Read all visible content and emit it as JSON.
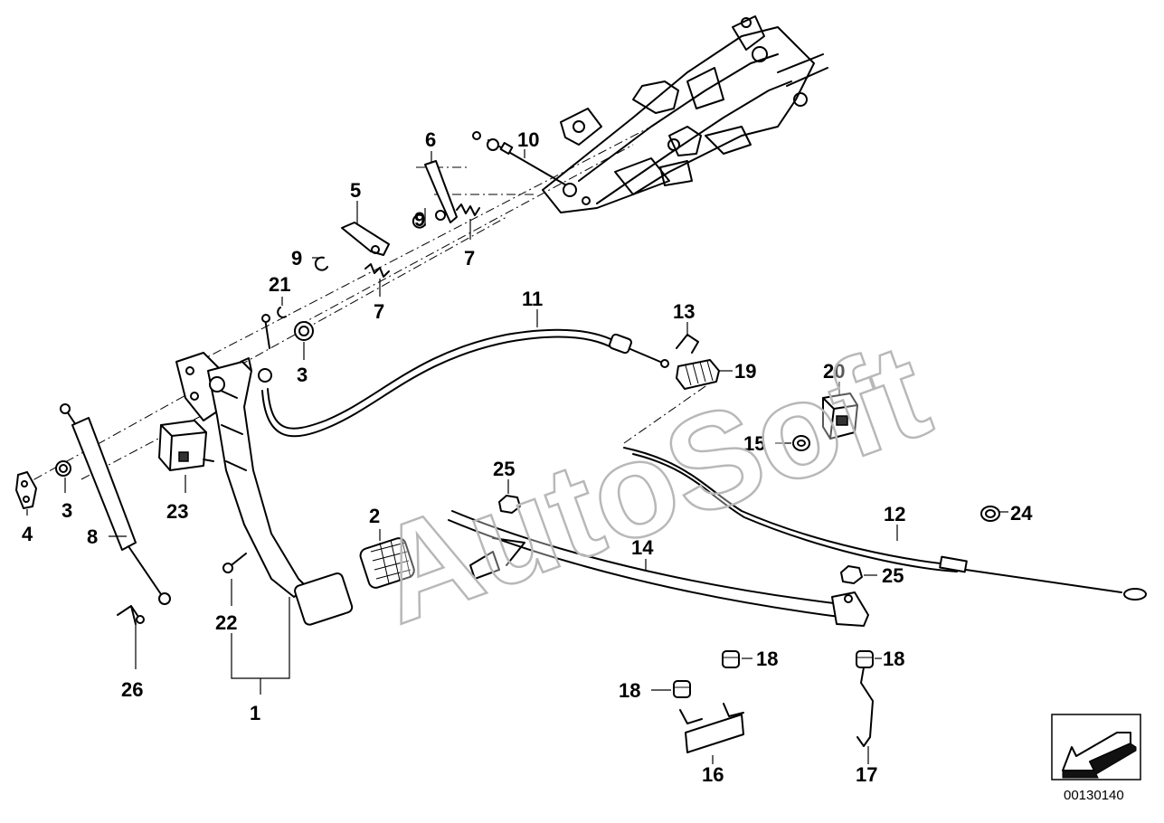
{
  "watermark": "AutoSoft",
  "document_number": "00130140",
  "callouts": {
    "c1": "1",
    "c2": "2",
    "c3a": "3",
    "c3b": "3",
    "c4": "4",
    "c5": "5",
    "c6": "6",
    "c7a": "7",
    "c7b": "7",
    "c8": "8",
    "c9a": "9",
    "c9b": "9",
    "c10": "10",
    "c11": "11",
    "c12": "12",
    "c13": "13",
    "c14": "14",
    "c15": "15",
    "c16": "16",
    "c17": "17",
    "c18a": "18",
    "c18b": "18",
    "c18c": "18",
    "c19": "19",
    "c20": "20",
    "c21": "21",
    "c22": "22",
    "c23": "23",
    "c24": "24",
    "c25a": "25",
    "c25b": "25",
    "c26": "26"
  },
  "icons": {
    "nav": "arrow-left-down-icon"
  }
}
